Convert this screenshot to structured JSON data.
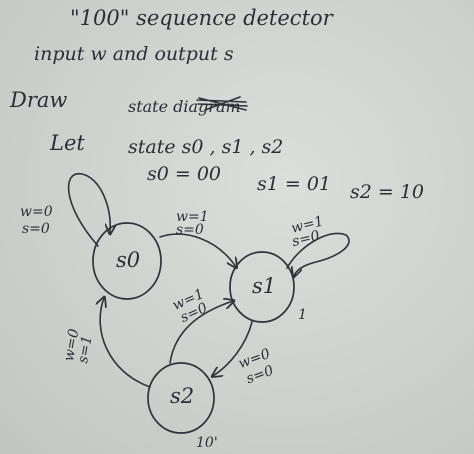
{
  "notes": {
    "heading": "\"100\" sequence detector",
    "line2": "input w and output s",
    "draw_word": "Draw",
    "state_diagram": "state diagram",
    "let_word": "Let",
    "states_line": "state s0 , s1 , s2",
    "encoding_s0": "s0 = 00",
    "encoding_s1": "s1 = 01",
    "encoding_s2": "s2 = 10"
  },
  "diagram": {
    "states": [
      {
        "id": "s0",
        "label": "s0"
      },
      {
        "id": "s1",
        "label": "s1"
      },
      {
        "id": "s2",
        "label": "s2"
      }
    ],
    "transitions": [
      {
        "from": "s0",
        "to": "s0",
        "label_w": "w=0",
        "label_s": "s=0"
      },
      {
        "from": "s0",
        "to": "s1",
        "label_w": "w=1",
        "label_s": "s=0"
      },
      {
        "from": "s1",
        "to": "s1",
        "label_w": "w=1",
        "label_s": "s=0"
      },
      {
        "from": "s2",
        "to": "s1",
        "label_w": "w=1",
        "label_s": "s=0"
      },
      {
        "from": "s1",
        "to": "s2",
        "label_w": "w=0",
        "label_s": "s=0"
      },
      {
        "from": "s2",
        "to": "s0",
        "label_w": "w=0",
        "label_s": "s=1"
      }
    ],
    "stray_marks": [
      "1",
      "10'"
    ]
  }
}
